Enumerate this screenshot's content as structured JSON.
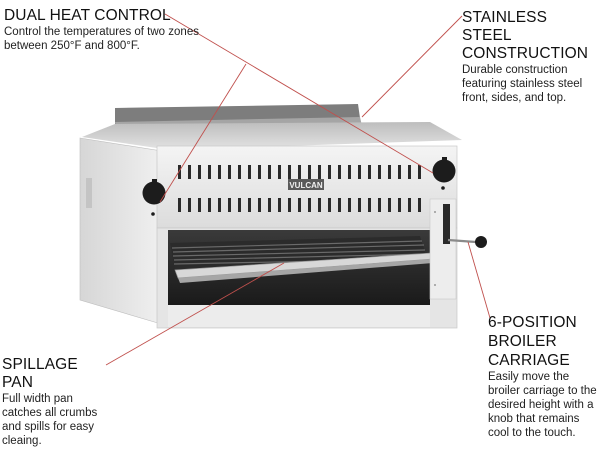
{
  "product": {
    "brand_label": "VULCAN",
    "description": "Stainless steel salamander broiler with dual control knobs, grill grate and side carriage lever"
  },
  "callouts": {
    "dual_heat": {
      "title": "DUAL HEAT CONTROL",
      "body": "Control the temperatures of two zones between 250°F and 800°F."
    },
    "stainless": {
      "title": "STAINLESS STEEL CONSTRUCTION",
      "body": "Durable construction featuring stainless steel front, sides, and top."
    },
    "spillage": {
      "title": "SPILLAGE PAN",
      "body": "Full width pan catches all crumbs and spills for easy cleaing."
    },
    "broiler": {
      "title": "6-POSITION BROILER CARRIAGE",
      "body": "Easily move the broiler carriage to the desired height with a knob that remains cool to the touch."
    }
  },
  "colors": {
    "callout_line": "#c0504d",
    "steel_light": "#e8e8e8",
    "steel_mid": "#c9c9c9",
    "steel_dark": "#9a9a9a",
    "knob": "#1c1c1c",
    "grate": "#2b2b2b"
  }
}
